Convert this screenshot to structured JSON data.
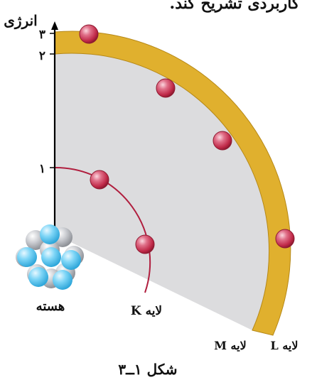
{
  "header_fragment": "کاربردی تشریح کند.",
  "axis": {
    "title": "انرژی",
    "ticks": [
      "۳",
      "۲",
      "۱"
    ]
  },
  "labels": {
    "nucleus": "هسته",
    "shell_k": "لایه K",
    "shell_l": "لایه L",
    "shell_m": "لایه M"
  },
  "caption": "شکل ۱ــ۳",
  "colors": {
    "band": "#E0B02E",
    "band_edge": "#B68817",
    "fill": "#DCDCDE",
    "electron": "#C8324E",
    "electron_highlight": "#F6C7D2",
    "proton_gray": "#B9BCC2",
    "neutron_blue": "#55C8F2"
  }
}
